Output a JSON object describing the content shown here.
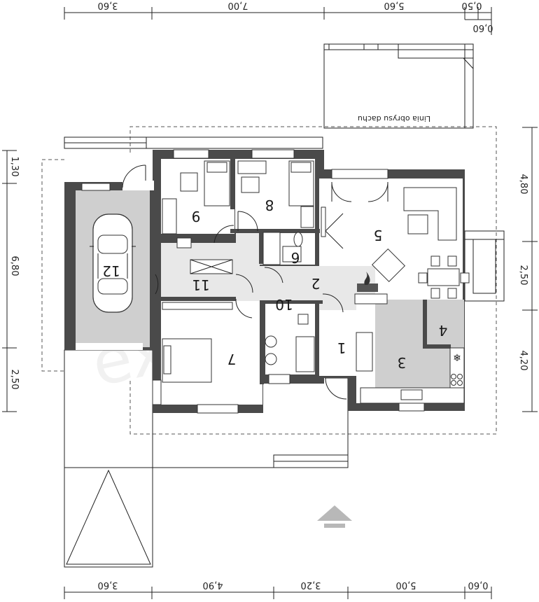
{
  "dimensions": {
    "top": [
      "3,60",
      "7,00",
      "5,60",
      "0,50"
    ],
    "top_sub": "0,60",
    "bottom": [
      "3,60",
      "4,90",
      "3,20",
      "5,00",
      "0,60"
    ],
    "left": [
      "1,30",
      "6,80",
      "2,50"
    ],
    "right": [
      "4,80",
      "2,50",
      "4,20"
    ]
  },
  "roof_outline_label": "Linia obrysu dachu",
  "rooms": [
    "1",
    "2",
    "3",
    "4",
    "5",
    "6",
    "7",
    "8",
    "9",
    "10",
    "11",
    "12"
  ],
  "colors": {
    "walls": "#4a4a4a",
    "garage_floor": "#cfcfcf",
    "hall_floor": "#e8e8e8",
    "entrance_arrow": "#b8b8b8"
  },
  "icons": [
    "car-icon",
    "entrance-arrow-icon",
    "fireplace-icon",
    "snowflake-icon"
  ]
}
